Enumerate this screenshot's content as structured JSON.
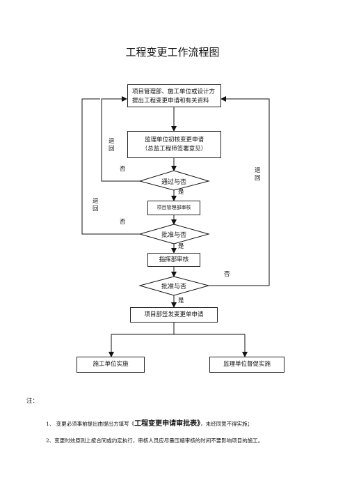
{
  "title": "工程变更工作流程图",
  "nodes": {
    "start": {
      "line1": "项目管理部、施工单位或设计方",
      "line2": "提出工程变更申请和有关资料"
    },
    "supervisor_review": {
      "line1": "监理单位初核变更申请",
      "line2": "（总监工程师签署意见）"
    },
    "decision1": "通过与否",
    "pm_review": "项目管理部审核",
    "decision2": "批准与否",
    "hq_review": "指挥部审核",
    "decision3": "批准与否",
    "issue_order": "项目部签发变更单申请",
    "construction": "施工单位实施",
    "supervision": "监理单位督促实施"
  },
  "labels": {
    "yes1": "是",
    "yes2": "是",
    "yes3": "是",
    "no1": "否",
    "no2": "否",
    "no3": "否",
    "return1": [
      "退",
      "回"
    ],
    "return2": [
      "退",
      "回"
    ],
    "return3": [
      "退",
      "回"
    ]
  },
  "notes": {
    "heading": "注：",
    "note1_prefix": "1、 变更必须事前提出由提出方填写《",
    "note1_bold": "工程变更申请审批表》",
    "note1_suffix": "，未经同意不得实施；",
    "note2": "2、变更时效原则上按合同或约定执行，审核人员应尽量压缩审核的时间不要影响项目的施工。"
  }
}
